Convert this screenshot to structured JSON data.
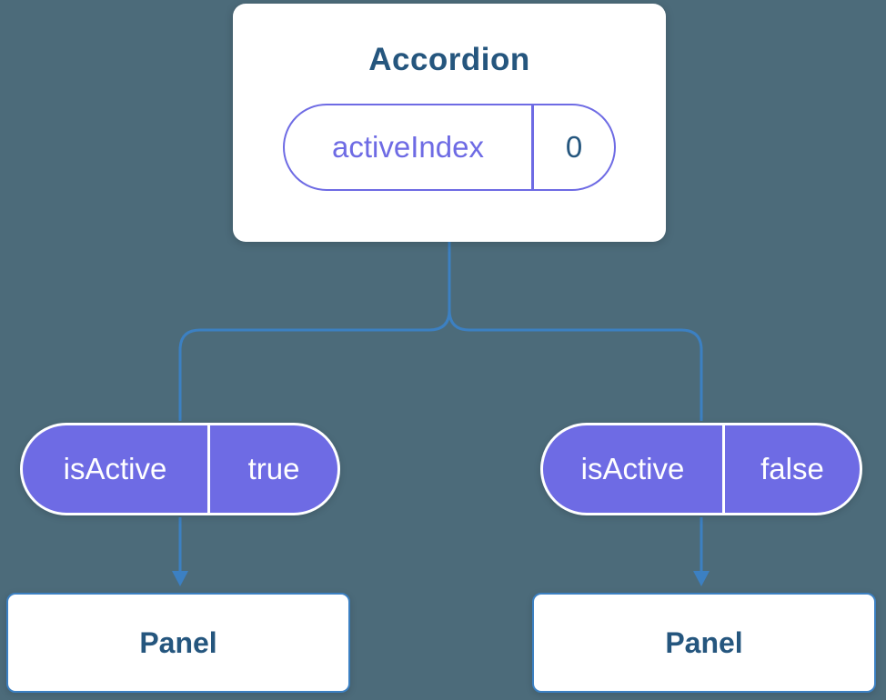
{
  "colors": {
    "background": "#4C6B7A",
    "line_blue": "#3C80C2",
    "text_dark_blue": "#25567E",
    "purple": "#6E6BE4",
    "white": "#FFFFFF"
  },
  "root_card": {
    "title": "Accordion",
    "state": {
      "label": "activeIndex",
      "value": "0"
    }
  },
  "prop_pills": [
    {
      "label": "isActive",
      "value": "true"
    },
    {
      "label": "isActive",
      "value": "false"
    }
  ],
  "panels": [
    {
      "label": "Panel"
    },
    {
      "label": "Panel"
    }
  ]
}
